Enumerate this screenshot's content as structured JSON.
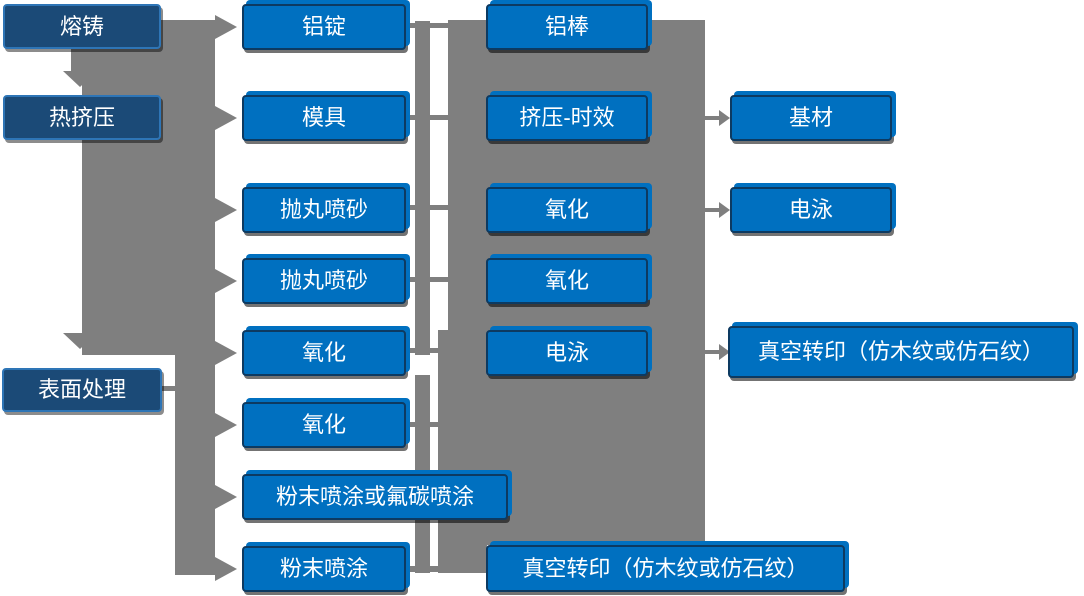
{
  "colors": {
    "blue": "#0070C0",
    "dark": "#1B4A77",
    "dark-border": "#2E75B6",
    "bright-border": "#0D3A61",
    "gray": "#7F7F7F",
    "text": "#FFFFFF"
  },
  "diagram": {
    "col1": [
      "熔铸",
      "热挤压",
      "表面处理"
    ],
    "col2": [
      "铝锭",
      "模具",
      "抛丸喷砂",
      "抛丸喷砂",
      "氧化",
      "氧化",
      "粉末喷涂或氟碳喷涂",
      "粉末喷涂"
    ],
    "col3": [
      "铝棒",
      "挤压-时效",
      "氧化",
      "氧化",
      "电泳",
      "真空转印（仿木纹或仿石纹）"
    ],
    "col4": [
      "基材",
      "电泳",
      "真空转印（仿木纹或仿石纹）"
    ]
  }
}
